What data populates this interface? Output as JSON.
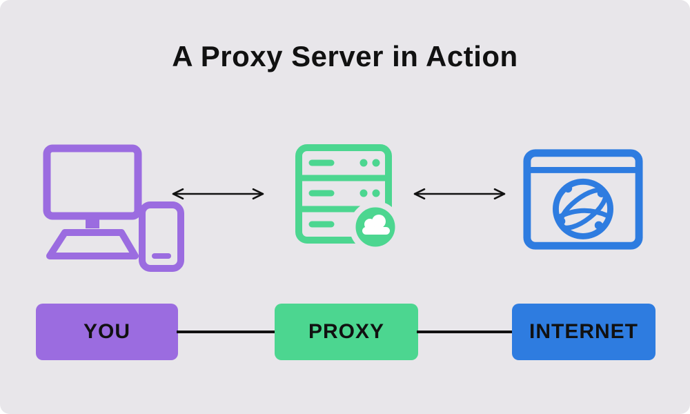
{
  "title": "A Proxy Server in Action",
  "colors": {
    "background": "#e8e6ea",
    "purple": "#9b6ce0",
    "green": "#4cd690",
    "blue": "#2e7ce0",
    "arrow": "#111111",
    "text": "#111111"
  },
  "nodes": [
    {
      "id": "you",
      "label": "YOU",
      "icon": "computer-phone-icon",
      "color": "#9b6ce0"
    },
    {
      "id": "proxy",
      "label": "PROXY",
      "icon": "server-cloud-icon",
      "color": "#4cd690"
    },
    {
      "id": "internet",
      "label": "INTERNET",
      "icon": "browser-globe-icon",
      "color": "#2e7ce0"
    }
  ],
  "connections": [
    {
      "from": "YOU",
      "to": "PROXY",
      "type": "double-arrow"
    },
    {
      "from": "PROXY",
      "to": "INTERNET",
      "type": "double-arrow"
    }
  ]
}
